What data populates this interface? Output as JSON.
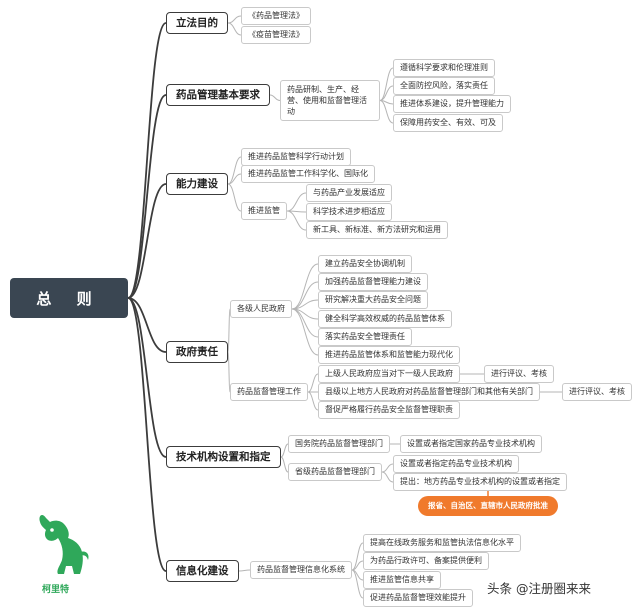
{
  "root": {
    "label": "总 则"
  },
  "branches": [
    {
      "label": "立法目的",
      "children": [
        "《药品管理法》",
        "《疫苗管理法》"
      ]
    },
    {
      "label": "药品管理基本要求",
      "sub": "药品研制、生产、经营、使用和监督管理活动",
      "children": [
        "遵循科学要求和伦理准则",
        "全面防控风险，落实责任",
        "推进体系建设，提升管理能力",
        "保障用药安全、有效、可及"
      ]
    },
    {
      "label": "能力建设",
      "children": [
        "推进药品监管科学行动计划",
        "推进药品监管工作科学化、国际化",
        "推进监管"
      ],
      "grandchildren": [
        "与药品产业发展适应",
        "科学技术进步相适应",
        "新工具、新标准、新方法研究和运用"
      ]
    },
    {
      "label": "政府责任",
      "groups": [
        {
          "label": "各级人民政府",
          "children": [
            "建立药品安全协调机制",
            "加强药品监督管理能力建设",
            "研究解决重大药品安全问题",
            "健全科学高效权威的药品监管体系",
            "落实药品安全管理责任",
            "推进药品监管体系和监管能力现代化"
          ]
        },
        {
          "label": "药品监督管理工作",
          "children": [
            "上级人民政府应当对下一级人民政府",
            "县级以上地方人民政府对药品监督管理部门和其他有关部门",
            "督促严格履行药品安全监督管理职责"
          ],
          "notes": [
            "进行评议、考核",
            "进行评议、考核"
          ]
        }
      ]
    },
    {
      "label": "技术机构设置和指定",
      "groups": [
        {
          "label": "国务院药品监督管理部门",
          "children": [
            "设置或者指定国家药品专业技术机构"
          ]
        },
        {
          "label": "省级药品监督管理部门",
          "children": [
            "设置或者指定药品专业技术机构",
            "提出：地方药品专业技术机构的设置或者指定"
          ],
          "highlight": "报省、自治区、直辖市人民政府批准"
        }
      ]
    },
    {
      "label": "信息化建设",
      "sub": "药品监督管理信息化系统",
      "children": [
        "提高在线政务服务和监管执法信息化水平",
        "为药品行政许可、备案提供便利",
        "推进监管信息共享",
        "促进药品监督管理效能提升"
      ]
    }
  ],
  "logo": {
    "label": "柯里特"
  },
  "watermark": "头条 @注册圈来来",
  "colors": {
    "root_bg": "#3a4652",
    "line": "#3c3c3c",
    "highlight": "#f07a2c",
    "logo": "#2fa85a"
  }
}
